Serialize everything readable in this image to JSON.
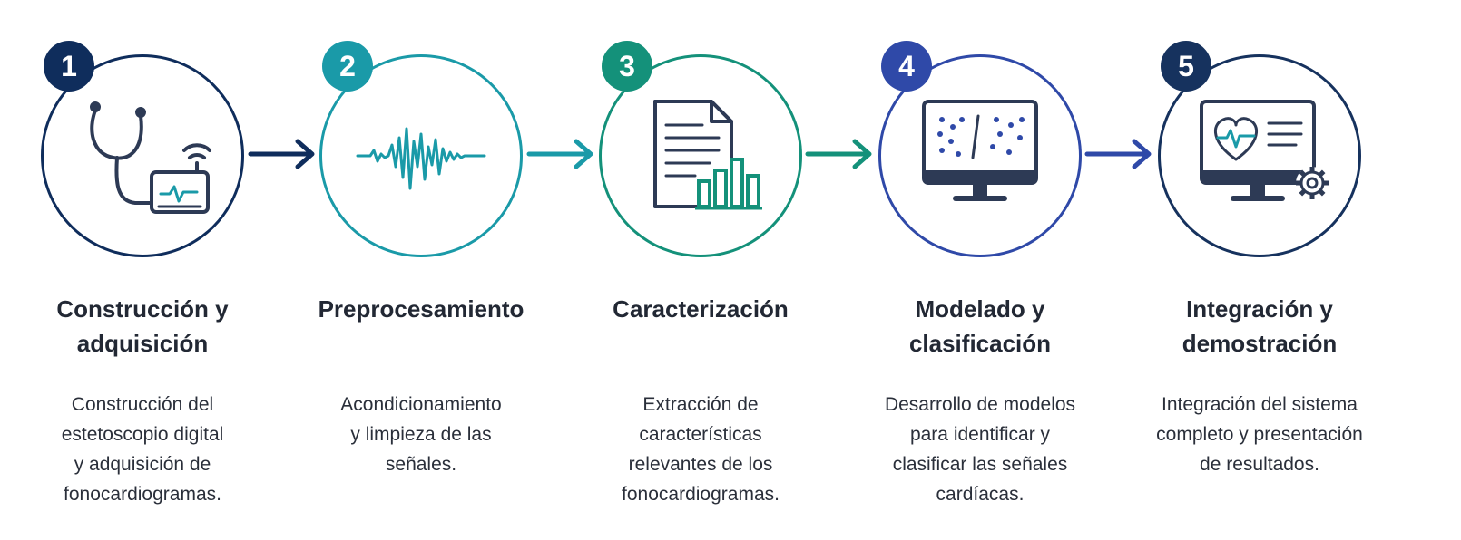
{
  "steps": [
    {
      "number": "1",
      "title_line1": "Construcción y",
      "title_line2": "adquisición",
      "desc_lines": [
        "Construcción del",
        "estetoscopio digital",
        "y adquisición de",
        "fonocardiogramas."
      ],
      "icon": "stethoscope-device-icon",
      "color": "#0f2d5c"
    },
    {
      "number": "2",
      "title_line1": "Preprocesamiento",
      "title_line2": "",
      "desc_lines": [
        "Acondicionamiento",
        "y limpieza de las",
        "señales.",
        ""
      ],
      "icon": "waveform-icon",
      "color": "#1a9aa8"
    },
    {
      "number": "3",
      "title_line1": "Caracterización",
      "title_line2": "",
      "desc_lines": [
        "Extracción de",
        "características",
        "relevantes de los",
        "fonocardiogramas."
      ],
      "icon": "document-chart-icon",
      "color": "#14917a"
    },
    {
      "number": "4",
      "title_line1": "Modelado y",
      "title_line2": "clasificación",
      "desc_lines": [
        "Desarrollo de modelos",
        "para identificar y",
        "clasificar las señales",
        "cardíacas."
      ],
      "icon": "monitor-classification-icon",
      "color": "#2f49a8"
    },
    {
      "number": "5",
      "title_line1": "Integración y",
      "title_line2": "demostración",
      "desc_lines": [
        "Integración del sistema",
        "completo y presentación",
        "de resultados.",
        ""
      ],
      "icon": "monitor-heart-gear-icon",
      "color": "#16325e"
    }
  ],
  "colors": {
    "navy": "#0f2d5c",
    "teal": "#1a9aa8",
    "green": "#14917a",
    "blue": "#2f49a8",
    "dark_navy": "#16325e",
    "text": "#222834"
  }
}
